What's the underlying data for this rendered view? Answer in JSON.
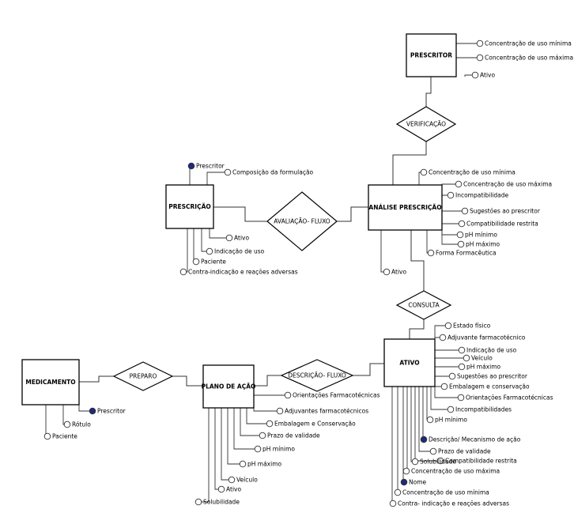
{
  "colors": {
    "key_attribute": "#1f2a78",
    "plain_attribute": "#ffffff",
    "line": "#333333"
  },
  "entities": {
    "prescritor": {
      "label": "PRESCRITOR"
    },
    "prescricao": {
      "label": "PRESCRIÇÃO"
    },
    "analise": {
      "label": "ANÁLISE PRESCRIÇÃO"
    },
    "medicamento": {
      "label": "MEDICAMENTO"
    },
    "plano": {
      "label": "PLANO DE AÇÃO"
    },
    "ativo": {
      "label": "ATIVO"
    }
  },
  "relationships": {
    "verificacao": {
      "label": "VERIFICAÇÃO"
    },
    "avaliacao": {
      "label": "AVALIAÇÃO- FLUXO"
    },
    "consulta": {
      "label": "CONSULTA"
    },
    "preparo": {
      "label": "PREPARO"
    },
    "descricao": {
      "label": "DESCRIÇÃO- FLUXO"
    }
  },
  "attributes": {
    "prescritor": [
      {
        "label": "Concentração de uso mínima",
        "key": false
      },
      {
        "label": "Concentração de uso máxima",
        "key": false
      },
      {
        "label": "Ativo",
        "key": false
      }
    ],
    "prescricao": [
      {
        "label": "Prescritor",
        "key": true
      },
      {
        "label": "Composição da formulação",
        "key": false
      },
      {
        "label": "Ativo",
        "key": false
      },
      {
        "label": "Indicação de uso",
        "key": false
      },
      {
        "label": "Paciente",
        "key": false
      },
      {
        "label": "Contra-indicação e reações adversas",
        "key": false
      }
    ],
    "analise": [
      {
        "label": "Concentração de uso mínima",
        "key": false
      },
      {
        "label": "Concentração de uso máxima",
        "key": false
      },
      {
        "label": "Incompatibilidade",
        "key": false
      },
      {
        "label": "Sugestões ao prescritor",
        "key": false
      },
      {
        "label": "Compatibilidade restrita",
        "key": false
      },
      {
        "label": "pH mínimo",
        "key": false
      },
      {
        "label": "pH máximo",
        "key": false
      },
      {
        "label": "Forma Formacêutica",
        "key": false
      },
      {
        "label": "Ativo",
        "key": false
      }
    ],
    "medicamento": [
      {
        "label": "Prescritor",
        "key": true
      },
      {
        "label": "Rótulo",
        "key": false
      },
      {
        "label": "Paciente",
        "key": false
      }
    ],
    "plano": [
      {
        "label": "Orientações Farmacotécnicas",
        "key": false
      },
      {
        "label": "Adjuvantes farmacotécnicos",
        "key": false
      },
      {
        "label": "Embalagem e Conservação",
        "key": false
      },
      {
        "label": "Prazo de validade",
        "key": false
      },
      {
        "label": "pH mínimo",
        "key": false
      },
      {
        "label": "pH máximo",
        "key": false
      },
      {
        "label": "Veículo",
        "key": false
      },
      {
        "label": "Ativo",
        "key": false
      },
      {
        "label": "Solubilidade",
        "key": false
      }
    ],
    "ativo": [
      {
        "label": "Estado físico",
        "key": false
      },
      {
        "label": "Adjuvante farmacotécnico",
        "key": false
      },
      {
        "label": "Indicação de uso",
        "key": false
      },
      {
        "label": "Veículo",
        "key": false
      },
      {
        "label": "pH máximo",
        "key": false
      },
      {
        "label": "Sugestões ao prescritor",
        "key": false
      },
      {
        "label": "Embalagem e conservação",
        "key": false
      },
      {
        "label": "Orientações Farmacotécnicas",
        "key": false
      },
      {
        "label": "Incompatibilidades",
        "key": false
      },
      {
        "label": "pH mínimo",
        "key": false
      },
      {
        "label": "Descrição/ Mecanismo de ação",
        "key": true
      },
      {
        "label": "Prazo de validade",
        "key": false
      },
      {
        "label": "Compatibilidade restrita",
        "key": false
      },
      {
        "label": "Solubilidade",
        "key": false
      },
      {
        "label": "Concentração de uso máxima",
        "key": false
      },
      {
        "label": "Nome",
        "key": true
      },
      {
        "label": "Concentração de uso mínima",
        "key": false
      },
      {
        "label": "Contra- indicação e reações adversas",
        "key": false
      }
    ]
  }
}
